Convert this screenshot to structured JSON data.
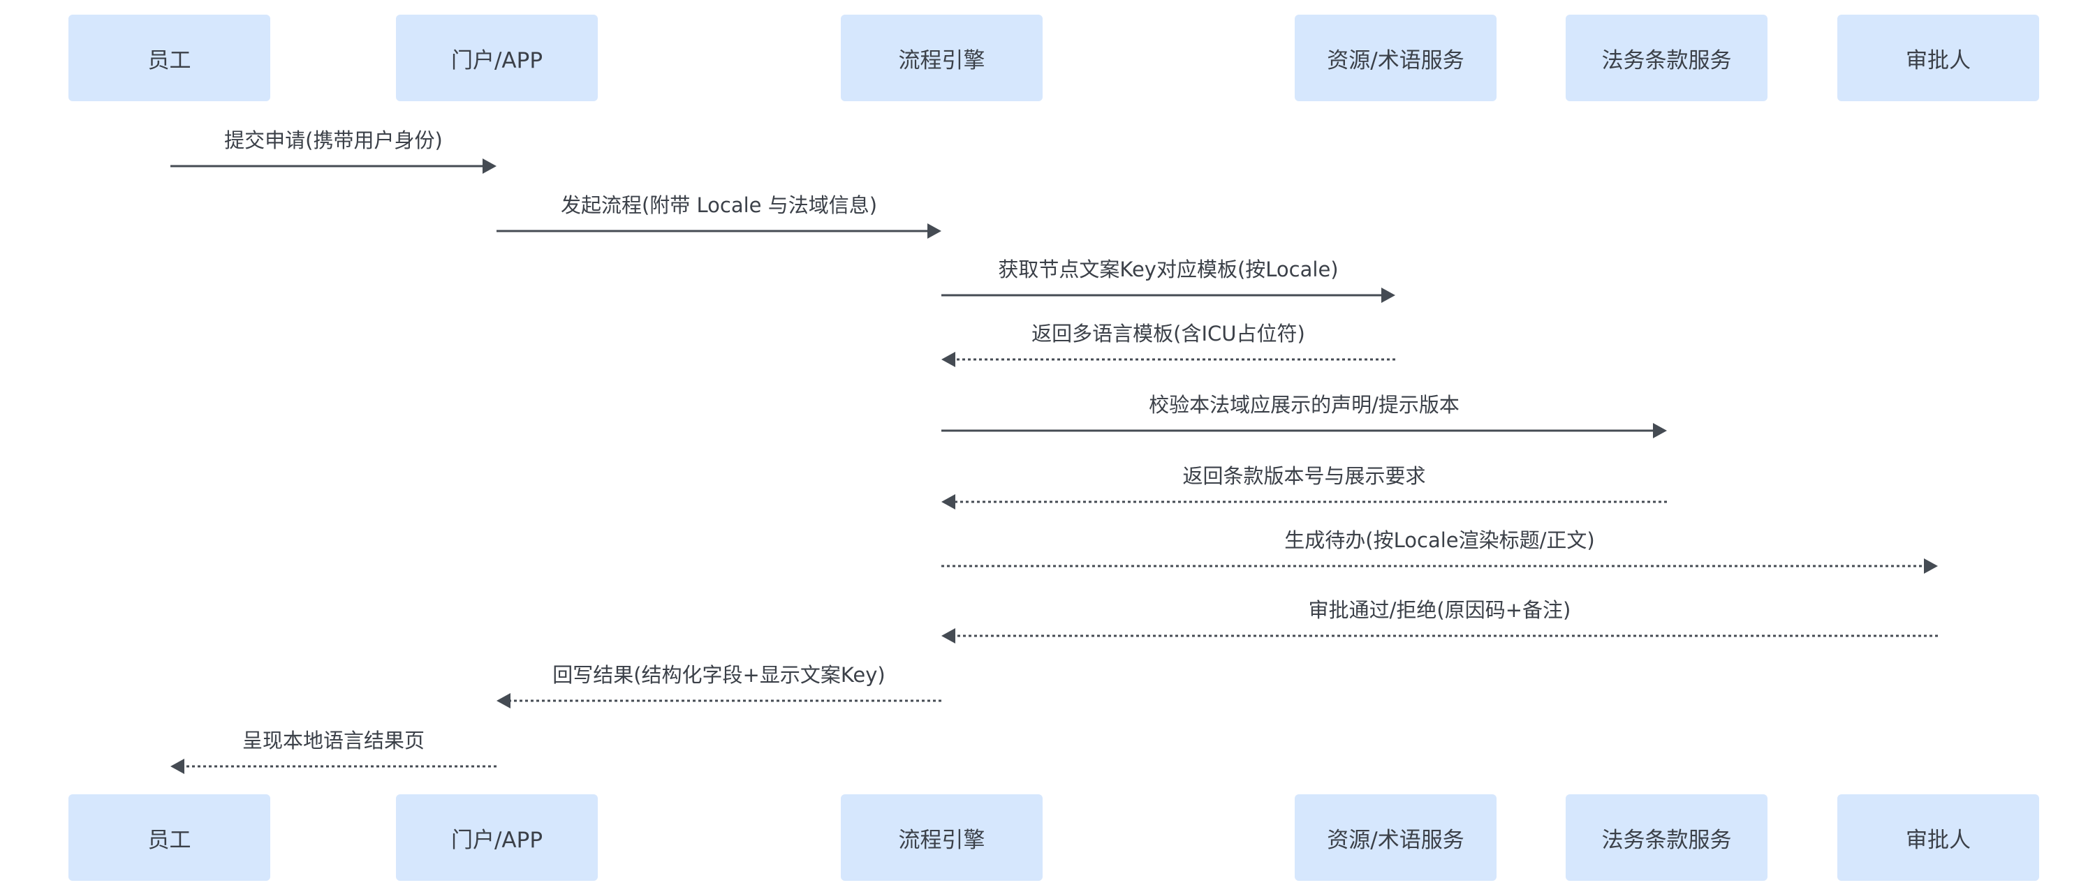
{
  "colors": {
    "actor_fill": "#d6e7fd",
    "line": "#454b53",
    "text": "#3b4048"
  },
  "actors": [
    {
      "id": "employee",
      "label": "员工"
    },
    {
      "id": "portal",
      "label": "门户/APP"
    },
    {
      "id": "engine",
      "label": "流程引擎"
    },
    {
      "id": "resource",
      "label": "资源/术语服务"
    },
    {
      "id": "legal",
      "label": "法务条款服务"
    },
    {
      "id": "approver",
      "label": "审批人"
    }
  ],
  "messages": [
    {
      "from": 0,
      "to": 1,
      "style": "solid",
      "label": "提交申请(携带用户身份)"
    },
    {
      "from": 1,
      "to": 2,
      "style": "solid",
      "label": "发起流程(附带 Locale 与法域信息)"
    },
    {
      "from": 2,
      "to": 3,
      "style": "solid",
      "label": "获取节点文案Key对应模板(按Locale)"
    },
    {
      "from": 3,
      "to": 2,
      "style": "dashed",
      "label": "返回多语言模板(含ICU占位符)"
    },
    {
      "from": 2,
      "to": 4,
      "style": "solid",
      "label": "校验本法域应展示的声明/提示版本"
    },
    {
      "from": 4,
      "to": 2,
      "style": "dashed",
      "label": "返回条款版本号与展示要求"
    },
    {
      "from": 2,
      "to": 5,
      "style": "dashed",
      "label": "生成待办(按Locale渲染标题/正文)"
    },
    {
      "from": 5,
      "to": 2,
      "style": "dashed",
      "label": "审批通过/拒绝(原因码+备注)"
    },
    {
      "from": 2,
      "to": 1,
      "style": "dashed",
      "label": "回写结果(结构化字段+显示文案Key)"
    },
    {
      "from": 1,
      "to": 0,
      "style": "dashed",
      "label": "呈现本地语言结果页"
    }
  ]
}
